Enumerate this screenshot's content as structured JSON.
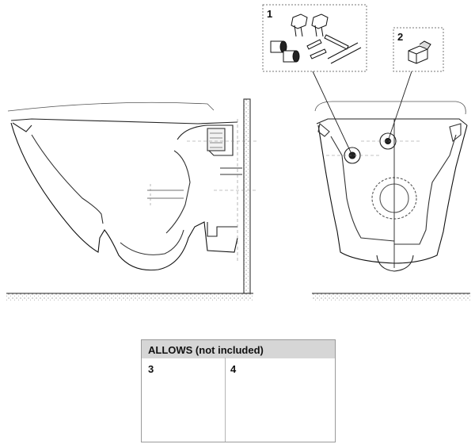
{
  "callouts": {
    "item1": "1",
    "item2": "2",
    "item3": "3",
    "item4": "4"
  },
  "allows": {
    "title": "ALLOWS (not included)"
  },
  "icons": [
    "fixing-kit-icon",
    "adapter-icon",
    "seal-ring-icon",
    "pan-connector-icon",
    "side-view-toilet",
    "rear-view-toilet"
  ]
}
